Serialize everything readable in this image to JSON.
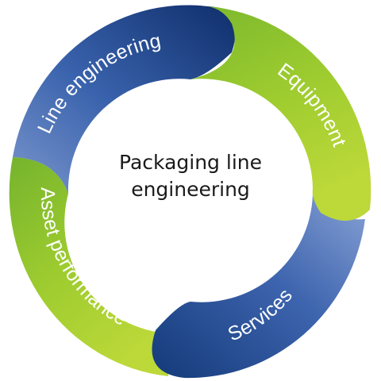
{
  "diagram": {
    "center_title": [
      "Packaging line",
      "engineering"
    ],
    "segments": [
      {
        "label": "Line engineering",
        "color_light": "#7a95cc",
        "color_dark": "#0f2e6b"
      },
      {
        "label": "Equipment",
        "color_light": "#7bb82d",
        "color_dark": "#b9d534"
      },
      {
        "label": "Services",
        "color_light": "#8aa3d6",
        "color_dark": "#143a7a"
      },
      {
        "label": "Asset performance",
        "color_light": "#75b32d",
        "color_dark": "#bcd839"
      }
    ]
  }
}
